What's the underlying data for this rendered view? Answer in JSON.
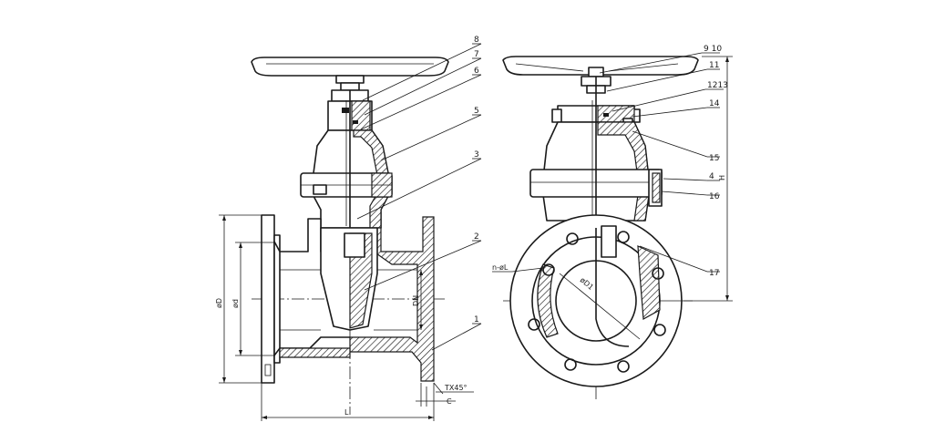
{
  "part_labels": {
    "p1": "1",
    "p2": "2",
    "p3": "3",
    "p4": "4",
    "p5": "5",
    "p6": "6",
    "p7": "7",
    "p8": "8",
    "p9_10": "9 10",
    "p11": "11",
    "p12_13": "1213",
    "p14": "14",
    "p15": "15",
    "p16": "16",
    "p17": "17"
  },
  "dimensions": {
    "D": "øD",
    "d": "ød",
    "DN": "DN",
    "L": "L",
    "C": "C",
    "T": "TX45°",
    "H": "H",
    "D1": "øD1",
    "nL": "n-øL"
  }
}
